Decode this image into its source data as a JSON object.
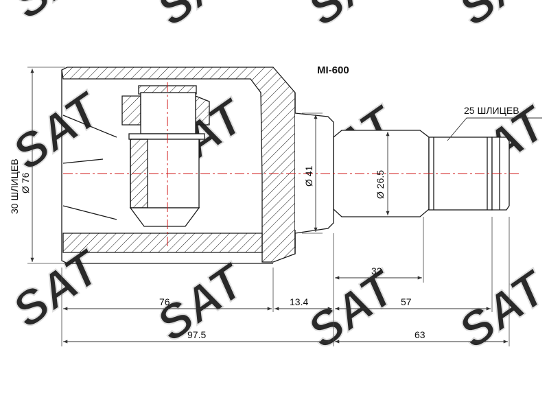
{
  "part_number": "MI-600",
  "labels": {
    "outer_splines": "30 ШЛИЦЕВ",
    "outer_diameter": "Ø 76",
    "flange_diameter": "Ø 41",
    "shaft_diameter": "Ø 26.5",
    "shaft_splines": "25 ШЛИЦЕВ"
  },
  "dimensions": {
    "housing_length": "76",
    "flange_length": "13.4",
    "shaft_to_spline": "32",
    "shaft_length": "57",
    "total_housing": "97.5",
    "total_shaft": "63"
  },
  "colors": {
    "line": "#1a1a1a",
    "centerline": "#d11818",
    "dimension": "#444444",
    "watermark": "#dcdcdc"
  },
  "watermark": "SAT"
}
